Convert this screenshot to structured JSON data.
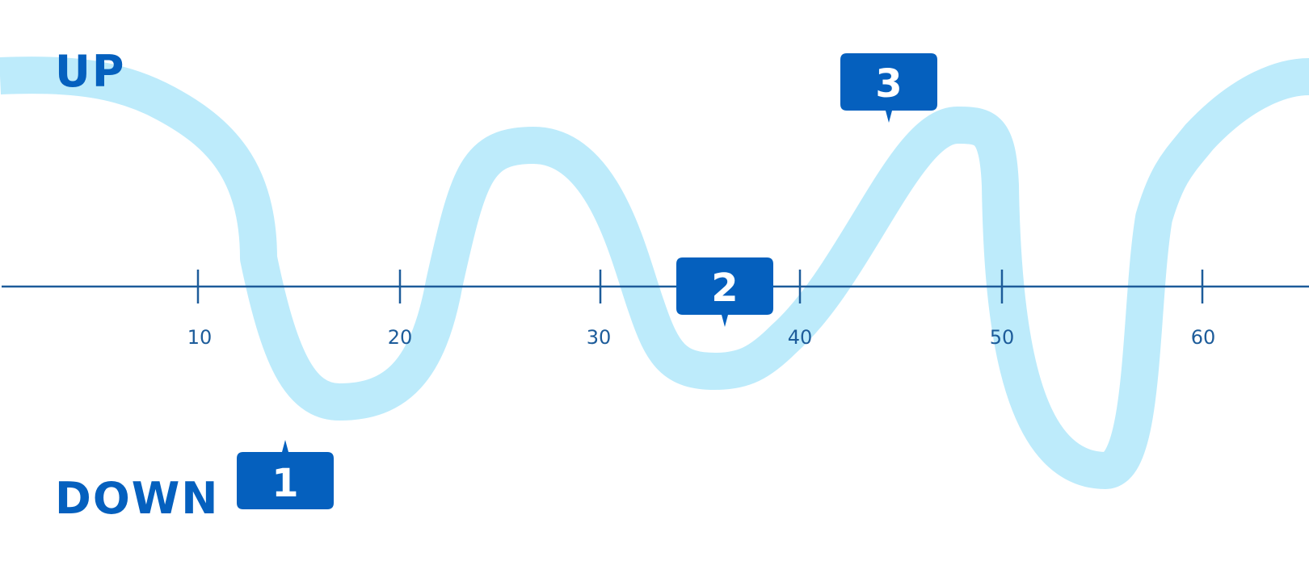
{
  "labels": {
    "up": "UP",
    "down": "DOWN"
  },
  "axis": {
    "ticks": [
      "10",
      "20",
      "30",
      "40",
      "50",
      "60"
    ]
  },
  "callouts": [
    {
      "number": "1"
    },
    {
      "number": "2"
    },
    {
      "number": "3"
    }
  ],
  "colors": {
    "accent": "#0560BE",
    "axis": "#1D5C9A",
    "wave": "#BDEBFB",
    "callout_text": "#FFFFFF"
  }
}
